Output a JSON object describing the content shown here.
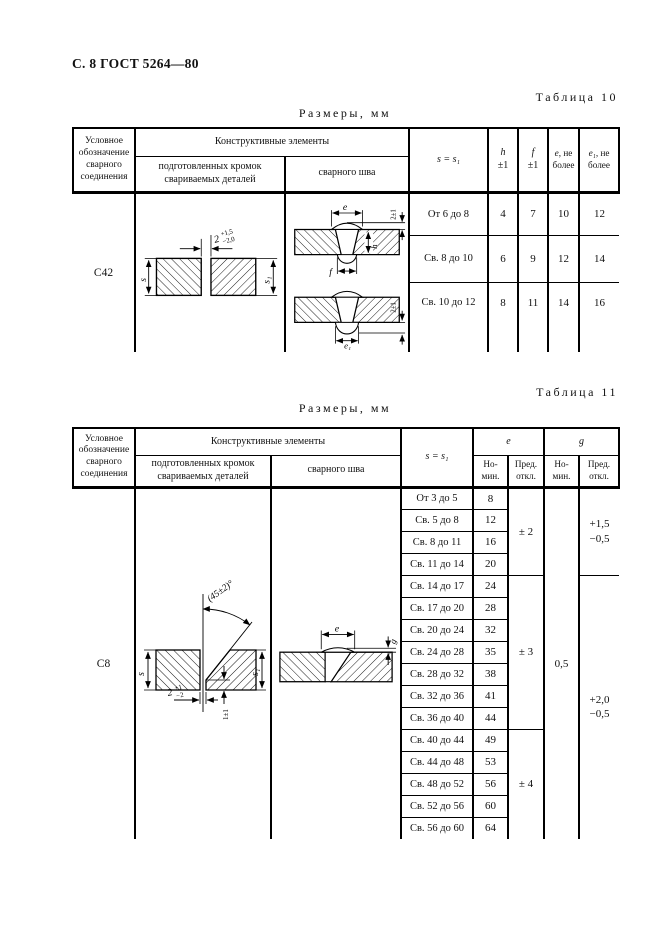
{
  "page": {
    "header_left": "С. 8 ГОСТ 5264—80"
  },
  "table10": {
    "caption": "Таблица 10",
    "units": "Размеры, мм",
    "designation": "С42",
    "header": {
      "designation": "Условное обозначение сварного соединения",
      "constructive": "Конструктивные элементы",
      "edges": "подготовленных кромок свариваемых деталей",
      "weld": "сварного шва",
      "s": "s = s₁",
      "h_sym": "h",
      "h_tol": "±1",
      "f_sym": "f",
      "f_tol": "±1",
      "e_sym": "e,",
      "e_rest": "не более",
      "e1_sym": "e₁,",
      "e1_rest": "не более"
    },
    "rows": [
      {
        "s": "От 6 до 8",
        "h": "4",
        "f": "7",
        "e": "10",
        "e1": "12"
      },
      {
        "s": "Св. 8 до 10",
        "h": "6",
        "f": "9",
        "e": "12",
        "e1": "14"
      },
      {
        "s": "Св. 10 до 12",
        "h": "8",
        "f": "11",
        "e": "14",
        "e1": "16"
      }
    ],
    "edges_labels": {
      "gap": "2",
      "gap_plus": "+1,5",
      "gap_minus": "−2,0",
      "s": "s",
      "s1": "s₁"
    },
    "weld_labels": {
      "e": "e",
      "tol_top": "2±1",
      "h": "h",
      "f": "f",
      "e1": "e₁",
      "tol_bottom": "2±1"
    }
  },
  "table11": {
    "caption": "Таблица 11",
    "units": "Размеры, мм",
    "designation": "С8",
    "header": {
      "designation": "Условное обозначение сварного соединения",
      "constructive": "Конструктивные элементы",
      "edges": "подготовленных кромок свариваемых деталей",
      "weld": "сварного шва",
      "s": "s = s₁",
      "e_sym": "e",
      "g_sym": "g",
      "nom": "Но-\nмин.",
      "dev": "Пред.\nоткл."
    },
    "rows": [
      {
        "s": "От 3 до 5",
        "e": "8"
      },
      {
        "s": "Св. 5 до 8",
        "e": "12"
      },
      {
        "s": "Св. 8 до 11",
        "e": "16"
      },
      {
        "s": "Св. 11 до 14",
        "e": "20"
      },
      {
        "s": "Св. 14 до 17",
        "e": "24"
      },
      {
        "s": "Св. 17 до 20",
        "e": "28"
      },
      {
        "s": "Св. 20 до 24",
        "e": "32"
      },
      {
        "s": "Св. 24 до 28",
        "e": "35"
      },
      {
        "s": "Св. 28 до 32",
        "e": "38"
      },
      {
        "s": "Св. 32 до 36",
        "e": "41"
      },
      {
        "s": "Св. 36 до 40",
        "e": "44"
      },
      {
        "s": "Св. 40 до 44",
        "e": "49"
      },
      {
        "s": "Св. 44 до 48",
        "e": "53"
      },
      {
        "s": "Св. 48 до 52",
        "e": "56"
      },
      {
        "s": "Св. 52 до 56",
        "e": "60"
      },
      {
        "s": "Св. 56 до 60",
        "e": "64"
      }
    ],
    "e_dev": [
      "± 2",
      "± 3",
      "± 4"
    ],
    "g_nom": "0,5",
    "g_dev": [
      "+1,5\n−0,5",
      "+2,0\n−0,5"
    ],
    "edges_labels": {
      "angle": "(45±2)°",
      "s": "s",
      "s1": "s₁",
      "gap": "2",
      "gap_plus": "+1",
      "gap_minus": "−2",
      "root": "1±1"
    },
    "weld_labels": {
      "e": "e",
      "g": "g"
    }
  }
}
